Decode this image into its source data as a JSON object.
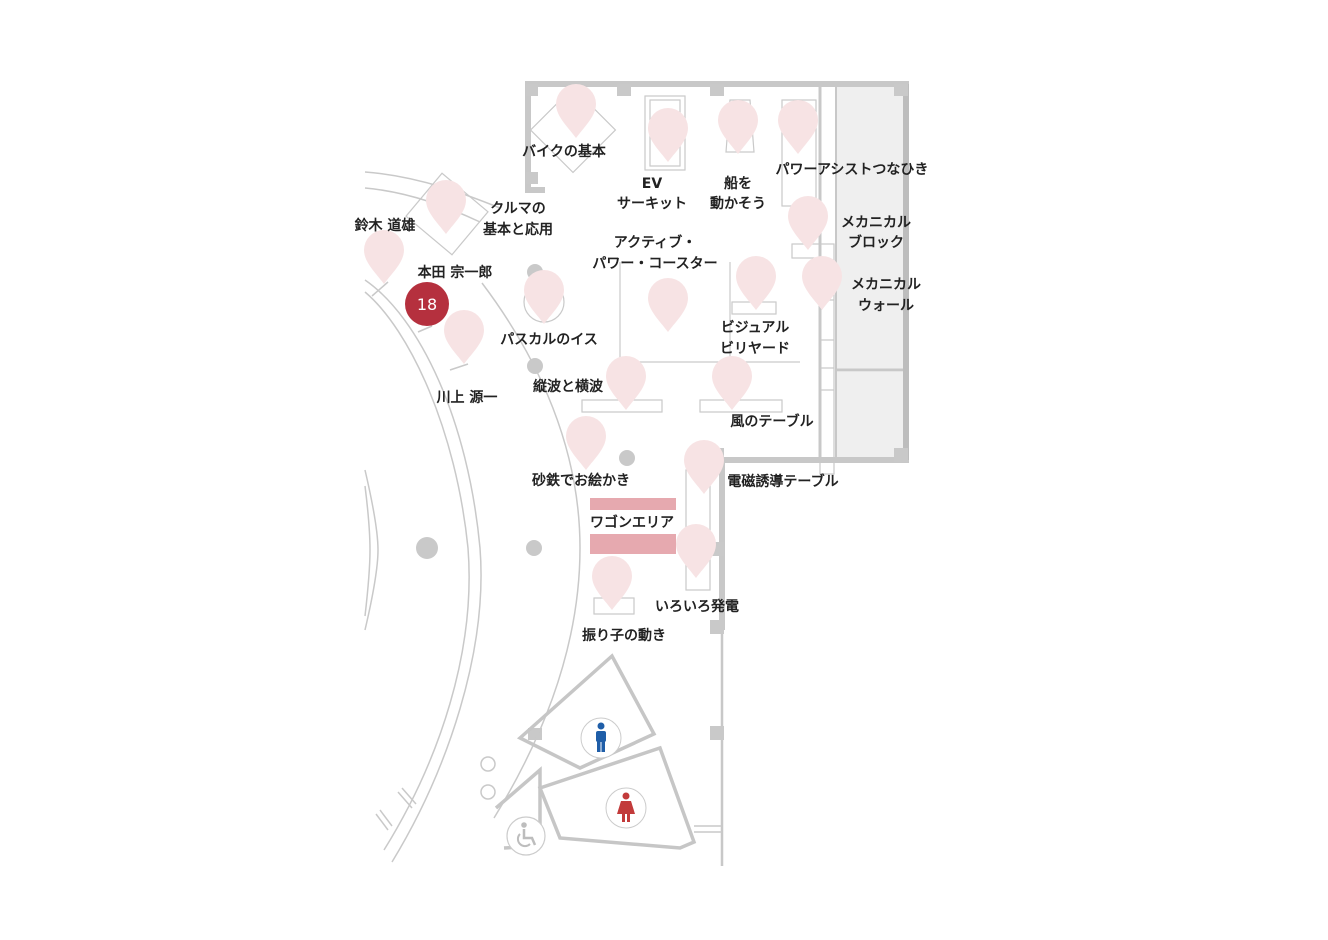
{
  "colors": {
    "pin": "#f7e3e4",
    "badge": "#b5303e",
    "wagon_area": "#e6a9af",
    "men_icon": "#1f5ea8",
    "women_icon": "#c23a3a",
    "wall": "#c8c8c8",
    "storage": "#efefef"
  },
  "badge": {
    "number": "18"
  },
  "labels": {
    "bike_basics": "バイクの基本",
    "ev_circuit_1": "EV",
    "ev_circuit_2": "サーキット",
    "move_ship_1": "船を",
    "move_ship_2": "動かそう",
    "power_assist": "パワーアシストつなひき",
    "car_basics_1": "クルマの",
    "car_basics_2": "基本と応用",
    "suzuki": "鈴木 道雄",
    "honda": "本田 宗一郎",
    "kawakami": "川上 源一",
    "mechanical_block_1": "メカニカル",
    "mechanical_block_2": "ブロック",
    "active_coaster_1": "アクティブ・",
    "active_coaster_2": "パワー・コースター",
    "mechanical_wall_1": "メカニカル",
    "mechanical_wall_2": "ウォール",
    "pascal_chair": "パスカルのイス",
    "visual_billiards_1": "ビジュアル",
    "visual_billiards_2": "ビリヤード",
    "waves": "縦波と横波",
    "wind_table": "風のテーブル",
    "iron_sand": "砂鉄でお絵かき",
    "induction_table": "電磁誘導テーブル",
    "wagon_area": "ワゴンエリア",
    "generation": "いろいろ発電",
    "pendulum": "振り子の動き"
  },
  "icons": {
    "men": "men-restroom-icon",
    "women": "women-restroom-icon",
    "accessible": "wheelchair-icon",
    "pin": "location-pin-icon"
  }
}
